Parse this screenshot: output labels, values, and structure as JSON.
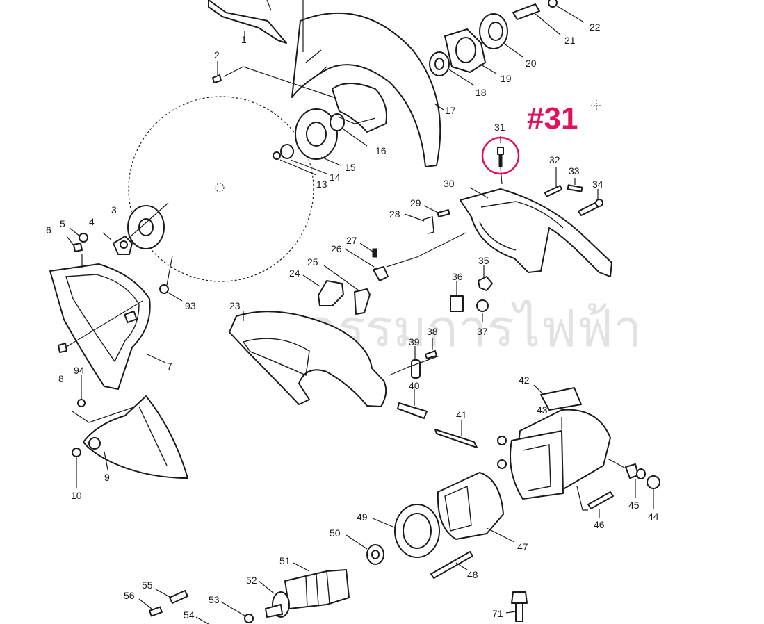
{
  "highlight": {
    "label": "#31",
    "color": "#e0115f"
  },
  "watermark": {
    "text": "ขนครรมการไฟฟ้า"
  },
  "part_labels": [
    "1",
    "2",
    "3",
    "4",
    "5",
    "6",
    "7",
    "8",
    "9",
    "10",
    "13",
    "14",
    "15",
    "16",
    "17",
    "18",
    "19",
    "20",
    "21",
    "22",
    "23",
    "24",
    "25",
    "26",
    "27",
    "28",
    "29",
    "30",
    "31",
    "32",
    "33",
    "34",
    "35",
    "36",
    "37",
    "38",
    "39",
    "40",
    "41",
    "42",
    "43",
    "44",
    "45",
    "46",
    "47",
    "48",
    "49",
    "50",
    "51",
    "52",
    "53",
    "54",
    "55",
    "56",
    "71",
    "93",
    "94"
  ]
}
